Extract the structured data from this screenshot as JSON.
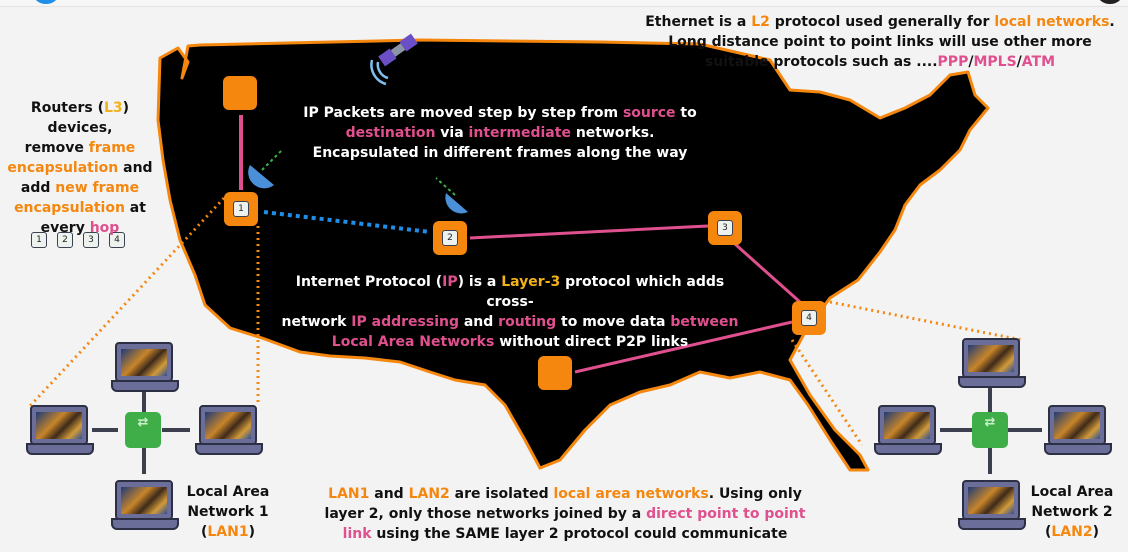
{
  "colors": {
    "orange": "#f5870f",
    "pink": "#e0508f",
    "yellow": "#f2b21c",
    "blue": "#1e8ee8",
    "green": "#3fae49",
    "map": "#000000"
  },
  "texts": {
    "routers_note": [
      {
        "t": "Routers (",
        "c": ""
      },
      {
        "t": "L3",
        "c": "yellow"
      },
      {
        "t": ") devices,",
        "c": ""
      },
      {
        "br": 1
      },
      {
        "t": "remove ",
        "c": ""
      },
      {
        "t": "frame",
        "c": "orange"
      },
      {
        "br": 1
      },
      {
        "t": "encapsulation",
        "c": "orange"
      },
      {
        "t": " and",
        "c": ""
      },
      {
        "br": 1
      },
      {
        "t": "add ",
        "c": ""
      },
      {
        "t": "new frame",
        "c": "orange"
      },
      {
        "br": 1
      },
      {
        "t": "encapsulation",
        "c": "orange"
      },
      {
        "t": " at",
        "c": ""
      },
      {
        "br": 1
      },
      {
        "t": "every ",
        "c": ""
      },
      {
        "t": "hop",
        "c": "pink"
      }
    ],
    "ethernet_note": [
      {
        "t": "Ethernet is a ",
        "c": ""
      },
      {
        "t": "L2",
        "c": "orange"
      },
      {
        "t": " protocol used generally for ",
        "c": ""
      },
      {
        "t": "local networks",
        "c": "orange"
      },
      {
        "t": ".",
        "c": ""
      },
      {
        "br": 1
      },
      {
        "t": "Long distance point to point links will use other more",
        "c": ""
      },
      {
        "br": 1
      },
      {
        "t": "suitable protocols such as ....",
        "c": ""
      },
      {
        "t": "PPP",
        "c": "pink"
      },
      {
        "t": "/",
        "c": ""
      },
      {
        "t": "MPLS",
        "c": "pink"
      },
      {
        "t": "/",
        "c": ""
      },
      {
        "t": "ATM",
        "c": "pink"
      }
    ],
    "packets_note": [
      {
        "t": "IP Packets are moved step by step from ",
        "c": ""
      },
      {
        "t": "source",
        "c": "pink"
      },
      {
        "t": " to",
        "c": ""
      },
      {
        "br": 1
      },
      {
        "t": "destination",
        "c": "pink"
      },
      {
        "t": " via ",
        "c": ""
      },
      {
        "t": "intermediate",
        "c": "pink"
      },
      {
        "t": " networks.",
        "c": ""
      },
      {
        "br": 1
      },
      {
        "t": "Encapsulated in different frames along the way",
        "c": ""
      }
    ],
    "ip_note": [
      {
        "t": "Internet Protocol (",
        "c": ""
      },
      {
        "t": "IP",
        "c": "pink"
      },
      {
        "t": ") is a ",
        "c": ""
      },
      {
        "t": "Layer-3",
        "c": "yellow"
      },
      {
        "t": " protocol which adds cross-",
        "c": ""
      },
      {
        "br": 1
      },
      {
        "t": "network ",
        "c": ""
      },
      {
        "t": "IP addressing",
        "c": "pink"
      },
      {
        "t": " and ",
        "c": ""
      },
      {
        "t": "routing",
        "c": "pink"
      },
      {
        "t": " to move data ",
        "c": ""
      },
      {
        "t": "between",
        "c": "pink"
      },
      {
        "br": 1
      },
      {
        "t": "Local Area Networks",
        "c": "pink"
      },
      {
        "t": " without direct P2P links",
        "c": ""
      }
    ],
    "lan_note": [
      {
        "t": "LAN1",
        "c": "orange"
      },
      {
        "t": " and ",
        "c": ""
      },
      {
        "t": "LAN2",
        "c": "orange"
      },
      {
        "t": " are isolated ",
        "c": ""
      },
      {
        "t": "local area networks",
        "c": "orange"
      },
      {
        "t": ". Using only",
        "c": ""
      },
      {
        "br": 1
      },
      {
        "t": "layer 2, only those networks joined by a ",
        "c": ""
      },
      {
        "t": "direct point to point",
        "c": "pink"
      },
      {
        "br": 1
      },
      {
        "t": "link",
        "c": "pink"
      },
      {
        "t": " using the SAME layer 2 protocol could communicate",
        "c": ""
      }
    ],
    "lan1_label": [
      {
        "t": "Local Area",
        "c": ""
      },
      {
        "br": 1
      },
      {
        "t": "Network 1",
        "c": ""
      },
      {
        "br": 1
      },
      {
        "t": "(",
        "c": ""
      },
      {
        "t": "LAN1",
        "c": "orange"
      },
      {
        "t": ")",
        "c": ""
      }
    ],
    "lan2_label": [
      {
        "t": "Local Area",
        "c": ""
      },
      {
        "br": 1
      },
      {
        "t": "Network 2",
        "c": ""
      },
      {
        "br": 1
      },
      {
        "t": "(",
        "c": ""
      },
      {
        "t": "LAN2",
        "c": "orange"
      },
      {
        "t": ")",
        "c": ""
      }
    ]
  },
  "routers": [
    "1",
    "2",
    "3",
    "4"
  ],
  "legend": [
    "1",
    "2",
    "3",
    "4"
  ],
  "icons": {
    "satellite": "satellite-icon",
    "dish": "satellite-dish-icon",
    "switch": "network-switch-icon",
    "laptop": "laptop-icon"
  },
  "switch_glyph": "⇄"
}
